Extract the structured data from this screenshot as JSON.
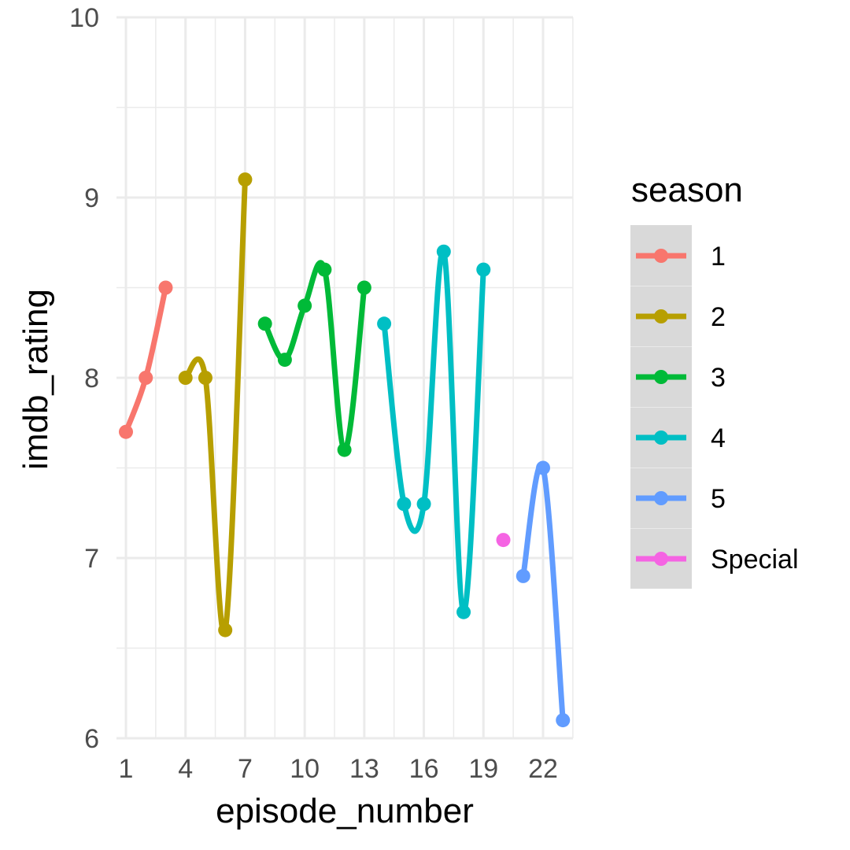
{
  "chart_data": {
    "type": "line",
    "xlabel": "episode_number",
    "ylabel": "imdb_rating",
    "xlim": [
      0.9,
      23.5
    ],
    "ylim": [
      6,
      10
    ],
    "x_ticks": [
      1,
      4,
      7,
      10,
      13,
      16,
      19,
      22
    ],
    "y_ticks": [
      6,
      7,
      8,
      9,
      10
    ],
    "grid": true,
    "legend": {
      "title": "season",
      "position": "right"
    },
    "series": [
      {
        "name": "1",
        "color": "#F8766D",
        "x": [
          1,
          2,
          3
        ],
        "y": [
          7.7,
          8.0,
          8.5
        ]
      },
      {
        "name": "2",
        "color": "#B79F00",
        "x": [
          4,
          5,
          6,
          7
        ],
        "y": [
          8.0,
          8.0,
          6.6,
          9.1
        ]
      },
      {
        "name": "3",
        "color": "#00BA38",
        "x": [
          8,
          9,
          10,
          11,
          12,
          13
        ],
        "y": [
          8.3,
          8.1,
          8.4,
          8.6,
          7.6,
          8.5
        ]
      },
      {
        "name": "4",
        "color": "#00BFC4",
        "x": [
          14,
          15,
          16,
          17,
          18,
          19
        ],
        "y": [
          8.3,
          7.3,
          7.3,
          8.7,
          6.7,
          8.6
        ]
      },
      {
        "name": "5",
        "color": "#619CFF",
        "x": [
          21,
          22,
          23
        ],
        "y": [
          6.9,
          7.5,
          6.1
        ]
      },
      {
        "name": "Special",
        "color": "#F564E3",
        "x": [
          20
        ],
        "y": [
          7.1
        ]
      }
    ]
  }
}
